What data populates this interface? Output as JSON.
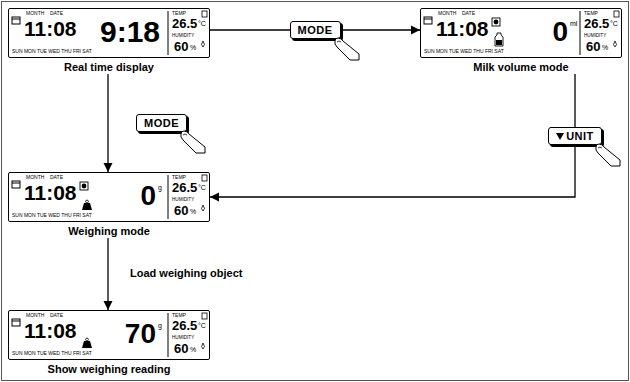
{
  "diagram": {
    "nodes": [
      {
        "text": [
          "Real time display",
          "MONTH",
          "DATE",
          "11:08",
          "SUN MON TUE WED THU FRI SAT",
          "9:18",
          "TEMP",
          "26.5",
          "°C",
          "HUMIDITY",
          "60",
          "%"
        ]
      },
      {
        "text": [
          "Milk volume mode",
          "MONTH",
          "DATE",
          "11:08",
          "SUN MON TUE WED THU FRI SAT",
          "0",
          "ml",
          "TEMP",
          "26.5",
          "°C",
          "HUMIDITY",
          "60",
          "%"
        ]
      },
      {
        "text": [
          "Weighing mode",
          "MONTH",
          "DATE",
          "11:08",
          "SUN MON TUE WED THU FRI SAT",
          "0",
          "g",
          "TEMP",
          "26.5",
          "°C",
          "HUMIDITY",
          "60",
          "%"
        ]
      },
      {
        "text": [
          "Show weighing reading",
          "MONTH",
          "DATE",
          "11:08",
          "SUN MON TUE WED THU FRI SAT",
          "70",
          "g",
          "TEMP",
          "26.5",
          "°C",
          "HUMIDITY",
          "60",
          "%"
        ]
      }
    ],
    "edges": [
      {
        "from": 0,
        "to": 1,
        "arrow": "to",
        "label": "MODE"
      },
      {
        "from": 0,
        "to": 2,
        "arrow": "to",
        "label": "MODE"
      },
      {
        "from": 1,
        "to": 2,
        "arrow": "to",
        "label": "UNIT"
      },
      {
        "from": 2,
        "to": 3,
        "arrow": "to",
        "label": "Load weighing object"
      }
    ]
  }
}
